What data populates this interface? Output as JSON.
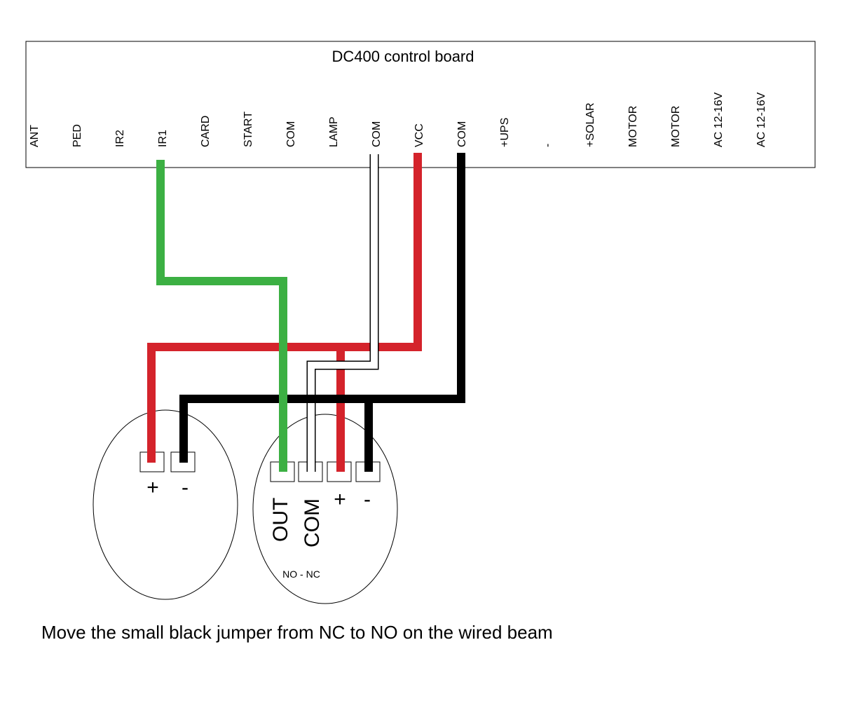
{
  "board": {
    "title": "DC400 control board",
    "terminals": [
      "ANT",
      "PED",
      "IR2",
      "IR1",
      "CARD",
      "START",
      "COM",
      "LAMP",
      "COM",
      "VCC",
      "COM",
      "+UPS",
      "-",
      "+SOLAR",
      "MOTOR",
      "MOTOR",
      "AC 12-16V",
      "AC 12-16V"
    ]
  },
  "transmitter": {
    "plus_label": "+",
    "minus_label": "-"
  },
  "receiver": {
    "out_label": "OUT",
    "com_label": "COM",
    "plus_label": "+",
    "minus_label": "-",
    "jumper_label": "NO - NC"
  },
  "wires": {
    "ir1_color": "#3cb043",
    "vcc_color": "#d4232b",
    "com_power_color": "#000000",
    "com_signal_color": "#ffffff"
  },
  "note": "Move the small black jumper from NC to NO on the wired beam"
}
